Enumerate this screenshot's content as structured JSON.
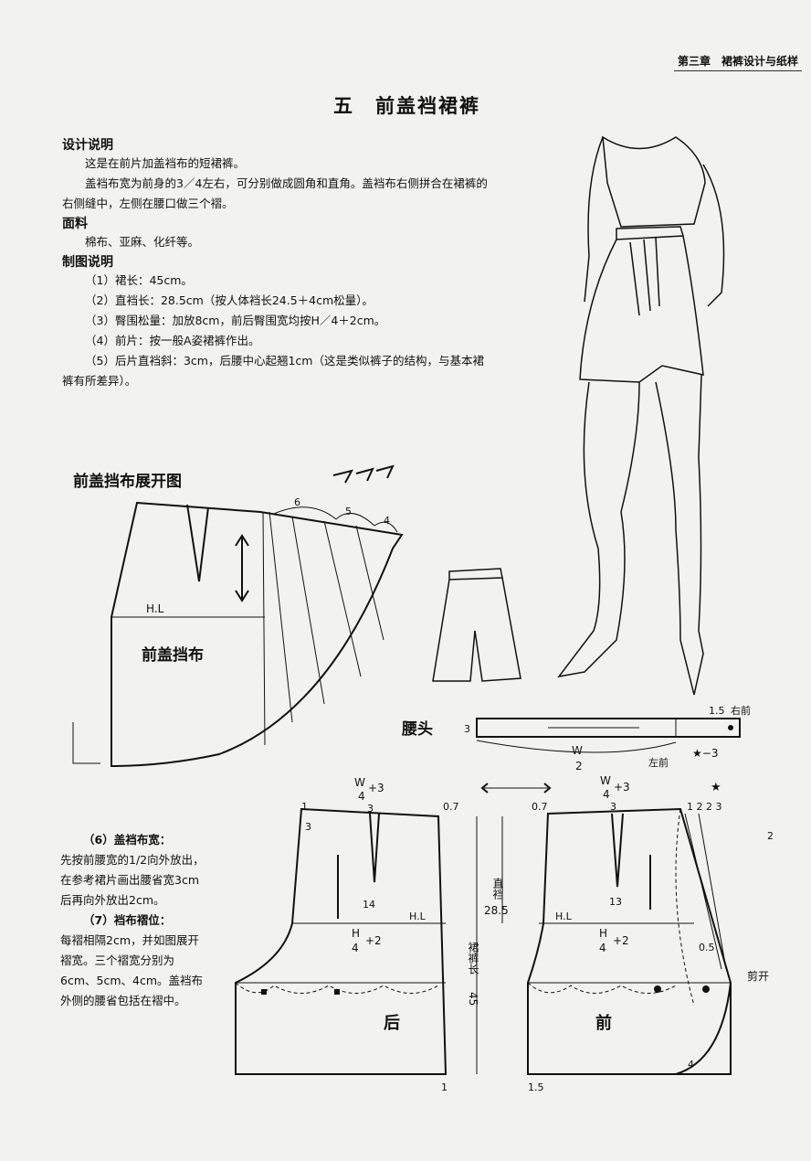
{
  "header": {
    "chapter": "第三章　裙裤设计与纸样"
  },
  "title": "五　前盖裆裙裤",
  "design": {
    "heading": "设计说明",
    "p1": "这是在前片加盖裆布的短裙裤。",
    "p2": "盖裆布宽为前身的3／4左右，可分别做成圆角和直角。盖裆布右侧拼合在裙裤的右侧缝中，左侧在腰口做三个褶。"
  },
  "fabric": {
    "heading": "面料",
    "text": "棉布、亚麻、化纤等。"
  },
  "drafting": {
    "heading": "制图说明",
    "items": [
      "（1）裙长：45cm。",
      "（2）直裆长：28.5cm（按人体裆长24.5＋4cm松量）。",
      "（3）臀围松量：加放8cm，前后臀围宽均按H／4＋2cm。",
      "（4）前片：按一般A姿裙裤作出。",
      "（5）后片直裆斜：3cm，后腰中心起翘1cm（这是类似裤子的结构，与基本裙裤有所差异）。"
    ],
    "item6_title": "（6）盖裆布宽：",
    "item6_text": "先按前腰宽的1/2向外放出，在参考裙片画出腰省宽3cm后再向外放出2cm。",
    "item7_title": "（7）裆布褶位：",
    "item7_text": "每褶相隔2cm，并如图展开褶宽。三个褶宽分别为6cm、5cm、4cm。盖裆布外侧的腰省包括在褶中。"
  },
  "diagram": {
    "expand_title": "前盖挡布展开图",
    "pleats": [
      "6",
      "5",
      "4"
    ],
    "hl": "H.L",
    "panel_label": "前盖挡布",
    "waistband": {
      "title": "腰头",
      "height": "3",
      "overlap": "1.5",
      "right_front": "右前",
      "w": "W",
      "two": "2",
      "left_front": "左前",
      "star": "★−3"
    },
    "back": {
      "w": "W",
      "four": "4",
      "plus3": "+3",
      "c1": "1",
      "c3": "3",
      "c07": "0.7",
      "dart3": "3",
      "dart": "14",
      "hl": "H.L",
      "h": "H",
      "plus2": "+2",
      "label": "后",
      "bottom": "1"
    },
    "front": {
      "w": "W",
      "four": "4",
      "plus3": "+3",
      "c07": "0.7",
      "dart3": "3",
      "dart": "13",
      "hl": "H.L",
      "h": "H",
      "plus2": "+2",
      "label": "前",
      "bottom": "1.5",
      "star": "★",
      "pleat_marks": "1 2 2 3",
      "side": "2",
      "gap": "0.5",
      "cut": "剪开",
      "hem": "4"
    },
    "crotch": "直裆",
    "crotch_val": "28.5",
    "length": "裙裤长",
    "length_val": "45"
  }
}
